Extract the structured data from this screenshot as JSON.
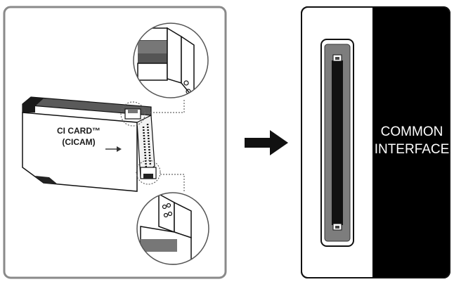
{
  "card": {
    "label_line1": "CI CARD™",
    "label_line2": "(CICAM)",
    "insert_direction_icon": "arrow-right-icon"
  },
  "transition_icon": "bold-arrow-right-icon",
  "slot_panel": {
    "label_line1": "COMMON",
    "label_line2": "INTERFACE"
  },
  "colors": {
    "frame_gray": "#888888",
    "slot_black": "#000000",
    "card_edge_gray": "#7a7a7a",
    "label_text_on_dark": "#ffffff"
  }
}
